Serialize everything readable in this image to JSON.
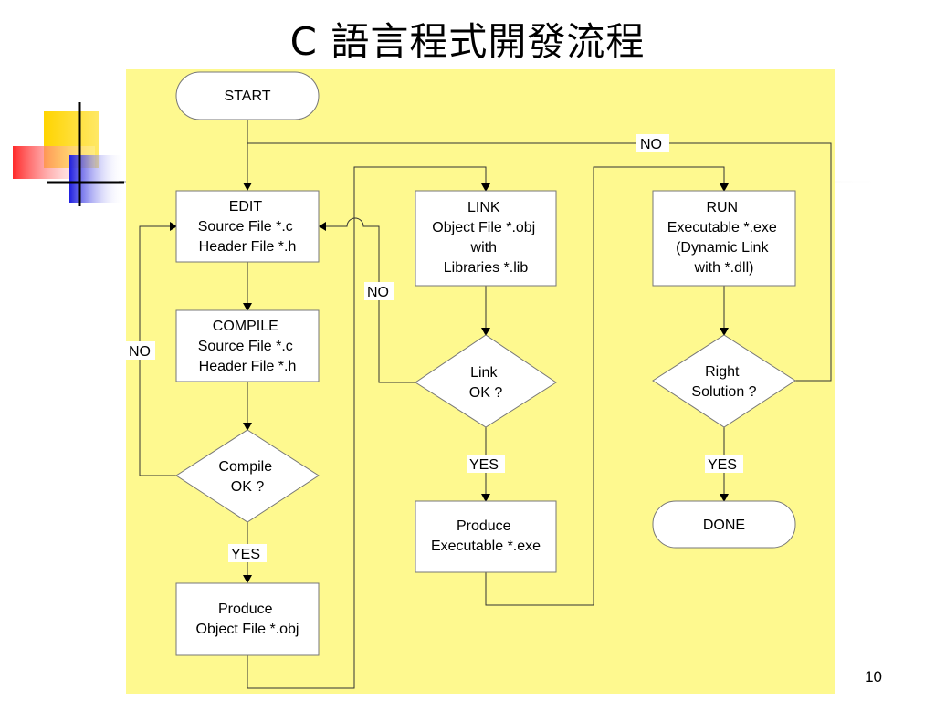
{
  "slide": {
    "title": "C 語言程式開發流程",
    "page_number": "10"
  },
  "nodes": {
    "start": [
      "START"
    ],
    "edit": [
      "EDIT",
      "Source File *.c",
      "Header File *.h"
    ],
    "compile": [
      "COMPILE",
      "Source File *.c",
      "Header File *.h"
    ],
    "compile_ok": [
      "Compile",
      "OK ?"
    ],
    "produce_obj": [
      "Produce",
      "Object File *.obj"
    ],
    "link": [
      "LINK",
      "Object File *.obj",
      "with",
      "Libraries *.lib"
    ],
    "link_ok": [
      "Link",
      "OK ?"
    ],
    "produce_exe": [
      "Produce",
      "Executable *.exe"
    ],
    "run": [
      "RUN",
      "Executable *.exe",
      "(Dynamic Link",
      "with *.dll)"
    ],
    "right_solution": [
      "Right",
      "Solution ?"
    ],
    "done": [
      "DONE"
    ]
  },
  "edge_labels": {
    "compile_no": "NO",
    "compile_yes": "YES",
    "link_no": "NO",
    "link_yes": "YES",
    "run_no": "NO",
    "run_yes": "YES"
  },
  "colors": {
    "panel": "#fef98f",
    "deco_yellow": "#ffd400",
    "deco_red": "#ff3b3b",
    "deco_blue": "#2b2be0"
  }
}
